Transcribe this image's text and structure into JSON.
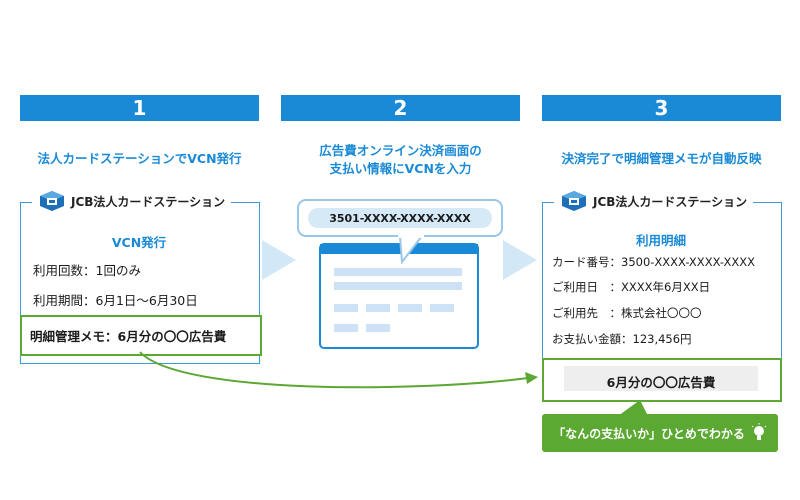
{
  "steps": [
    {
      "number": "1",
      "title": "法人カードステーションでVCN発行"
    },
    {
      "number": "2",
      "title_line1": "広告費オンライン決済画面の",
      "title_line2": "支払い情報にVCNを入力"
    },
    {
      "number": "3",
      "title": "決済完了で明細管理メモが自動反映"
    }
  ],
  "card1": {
    "logo_text": "JCB法人カードステーション",
    "heading": "VCN発行",
    "usage_count": "利用回数：1回のみ",
    "usage_period": "利用期間：6月1日〜6月30日",
    "memo": "明細管理メモ：6月分の〇〇広告費"
  },
  "card2": {
    "card_number_input": "3501-XXXX-XXXX-XXXX"
  },
  "card3": {
    "logo_text": "JCB法人カードステーション",
    "heading": "利用明細",
    "card_number": "カード番号：3500-XXXX-XXXX-XXXX",
    "usage_date": "ご利用日　：XXXX年6月XX日",
    "merchant": "ご利用先　：株式会社〇〇〇",
    "amount": "お支払い金額：123,456円",
    "memo": "6月分の〇〇広告費"
  },
  "callout": {
    "text": "「なんの支払いか」ひとめでわかる",
    "icon": "lightbulb-icon"
  },
  "colors": {
    "accent": "#1a8ad6",
    "green": "#5ba832",
    "light_blue": "#d6e9f7"
  }
}
